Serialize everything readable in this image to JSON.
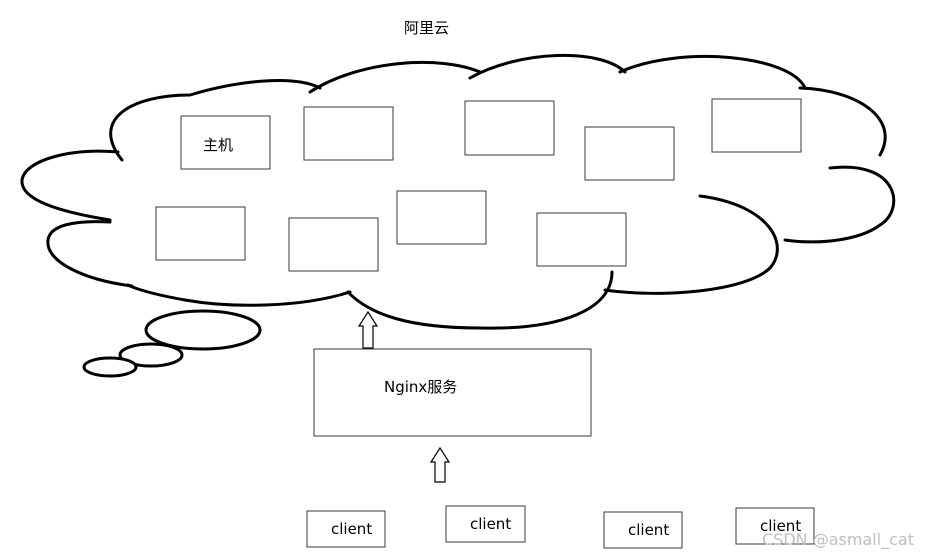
{
  "cloud_title": "阿里云",
  "host_label": "主机",
  "nginx_label": "Nginx服务",
  "clients": [
    "client",
    "client",
    "client",
    "client"
  ],
  "watermark": "CSDN @asmall_cat",
  "colors": {
    "line": "#000000",
    "box_border": "#3a3a3a",
    "watermark": "#bfbfbf",
    "background": "#ffffff"
  }
}
